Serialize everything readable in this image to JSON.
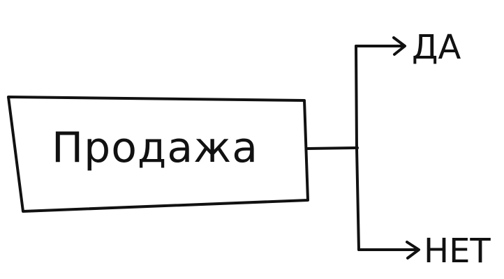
{
  "diagram": {
    "box": {
      "label": "Продажа"
    },
    "branches": [
      {
        "label": "ДА"
      },
      {
        "label": "НЕТ"
      }
    ],
    "stroke_color": "#111111",
    "background_color": "#ffffff"
  }
}
